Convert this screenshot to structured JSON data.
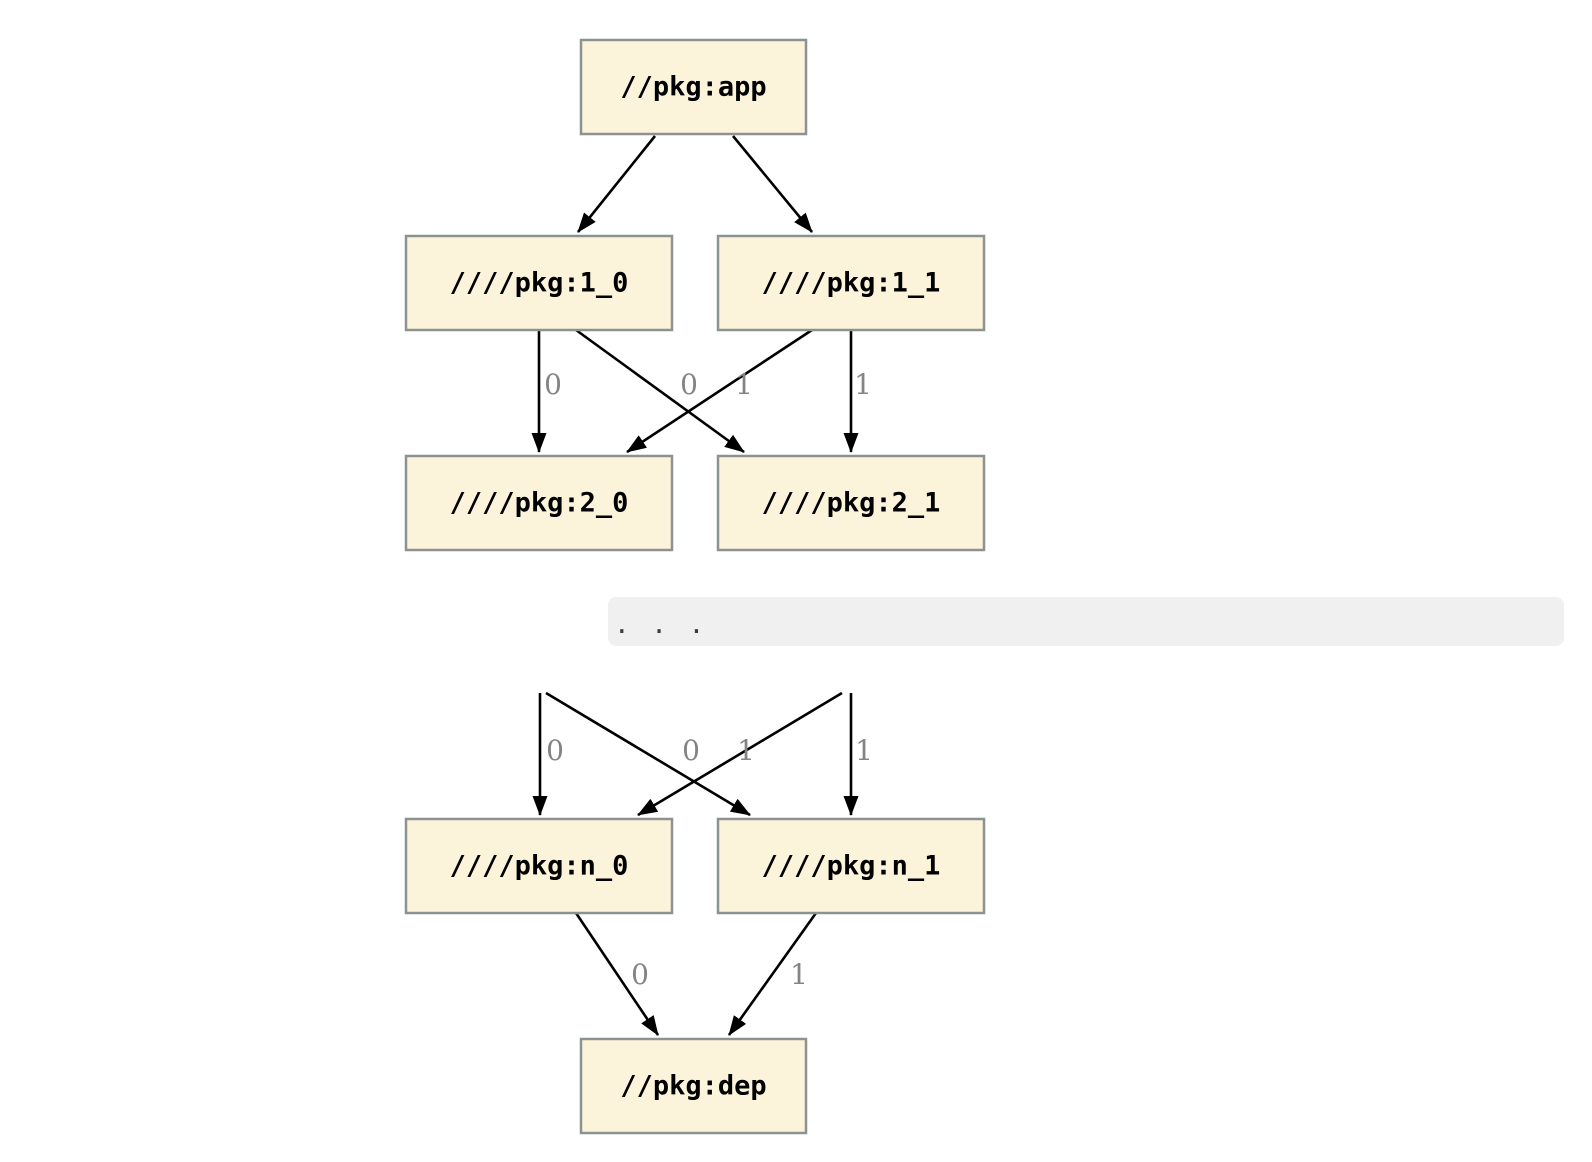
{
  "colors": {
    "page_background": "#FFFFFF",
    "node_fill": "#FCF4DA",
    "node_border": "#8C9292",
    "edge": "#000000",
    "edge_label": "#848484",
    "band_background": "#F0F0F0",
    "band_text": "#3C3C3C"
  },
  "diagram": {
    "nodes": {
      "app": {
        "label": "//pkg:app"
      },
      "v1_0": {
        "label": "////pkg:1_0"
      },
      "v1_1": {
        "label": "////pkg:1_1"
      },
      "v2_0": {
        "label": "////pkg:2_0"
      },
      "v2_1": {
        "label": "////pkg:2_1"
      },
      "vn_0": {
        "label": "////pkg:n_0"
      },
      "vn_1": {
        "label": "////pkg:n_1"
      },
      "dep": {
        "label": "//pkg:dep"
      }
    },
    "edge_labels": {
      "level1_to_2": [
        "0",
        "0",
        "1",
        "1"
      ],
      "ellipsis_to_n": [
        "0",
        "0",
        "1",
        "1"
      ],
      "n_to_dep": [
        "0",
        "1"
      ]
    },
    "ellipsis_text": ". . ."
  }
}
